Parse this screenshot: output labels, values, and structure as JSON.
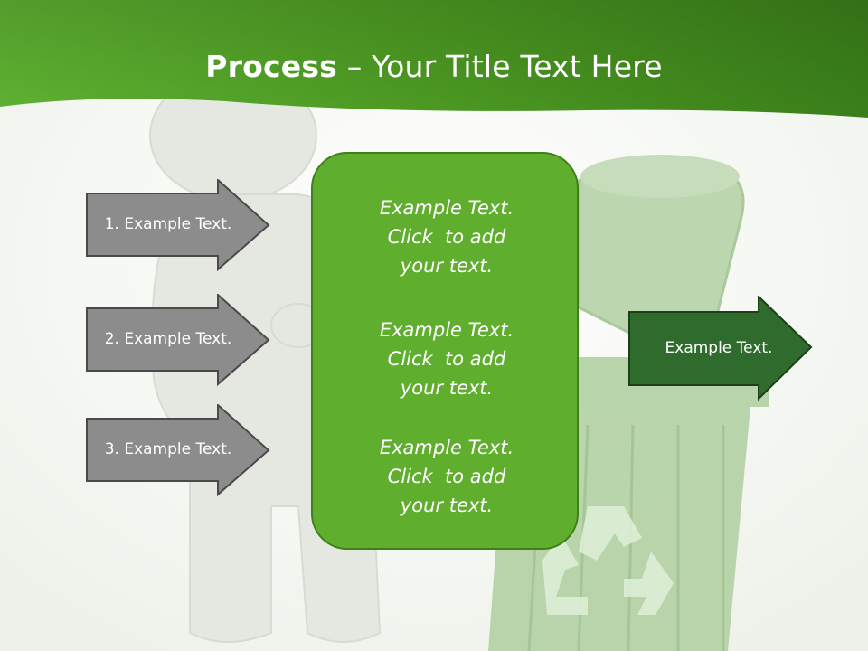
{
  "title": {
    "bold": "Process",
    "rest": " – Your Title Text Here"
  },
  "left_arrows": [
    {
      "label": "1. Example Text."
    },
    {
      "label": "2. Example Text."
    },
    {
      "label": "3. Example Text."
    }
  ],
  "center_box": {
    "blocks": [
      {
        "lines": [
          "Example Text.",
          "Click  to add",
          "your text."
        ]
      },
      {
        "lines": [
          "Example Text.",
          "Click  to add",
          "your text."
        ]
      },
      {
        "lines": [
          "Example Text.",
          "Click  to add",
          "your text."
        ]
      }
    ]
  },
  "right_arrow": {
    "label": "Example Text."
  },
  "colors": {
    "header_green": "#4e9d24",
    "box_green": "#5fae2e",
    "gray_arrow": "#8c8c8c",
    "dark_green_arrow": "#2f6b2c"
  },
  "background_icons": [
    "figure-icon",
    "trash-can-icon",
    "recycle-icon"
  ]
}
